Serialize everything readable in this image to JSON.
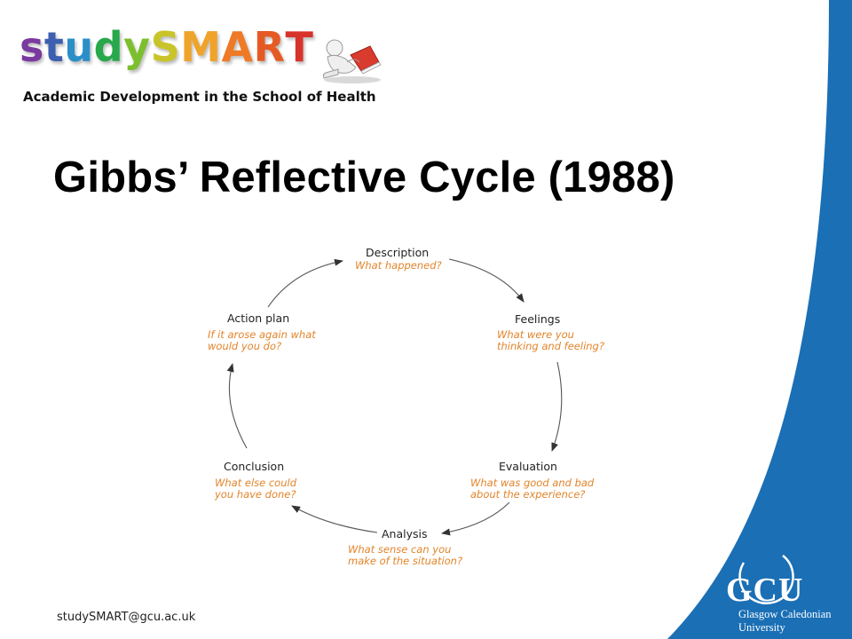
{
  "header": {
    "logo_letters": [
      {
        "ch": "s",
        "color": "#7a3a9e"
      },
      {
        "ch": "t",
        "color": "#3d5fb0"
      },
      {
        "ch": "u",
        "color": "#2a8fc9"
      },
      {
        "ch": "d",
        "color": "#27a84a"
      },
      {
        "ch": "y",
        "color": "#7cbf2e"
      },
      {
        "ch": "S",
        "color": "#c9c42a"
      },
      {
        "ch": "M",
        "color": "#f0a32a"
      },
      {
        "ch": "A",
        "color": "#ee7a26"
      },
      {
        "ch": "R",
        "color": "#e55a24"
      },
      {
        "ch": "T",
        "color": "#d8332a"
      }
    ],
    "subtitle": "Academic Development in the School of Health"
  },
  "slide_title": "Gibbs’ Reflective Cycle (1988)",
  "cycle": {
    "stages": [
      {
        "title": "Description",
        "question": [
          "What happened?"
        ]
      },
      {
        "title": "Feelings",
        "question": [
          "What were you",
          "thinking and feeling?"
        ]
      },
      {
        "title": "Evaluation",
        "question": [
          "What was good and bad",
          "about the experience?"
        ]
      },
      {
        "title": "Analysis",
        "question": [
          "What sense can you",
          "make of the situation?"
        ]
      },
      {
        "title": "Conclusion",
        "question": [
          "What else could",
          "you have done?"
        ]
      },
      {
        "title": "Action plan",
        "question": [
          "If it arose again what",
          "would you do?"
        ]
      }
    ],
    "title_color": "#222222",
    "question_color": "#e2842a",
    "arrow_color": "#333333"
  },
  "footer": {
    "email": "studySMART@gcu.ac.uk"
  },
  "branding": {
    "panel_color": "#1a6fb5",
    "abbr": "GCU",
    "name_lines": [
      "Glasgow Caledonian",
      "University"
    ]
  }
}
